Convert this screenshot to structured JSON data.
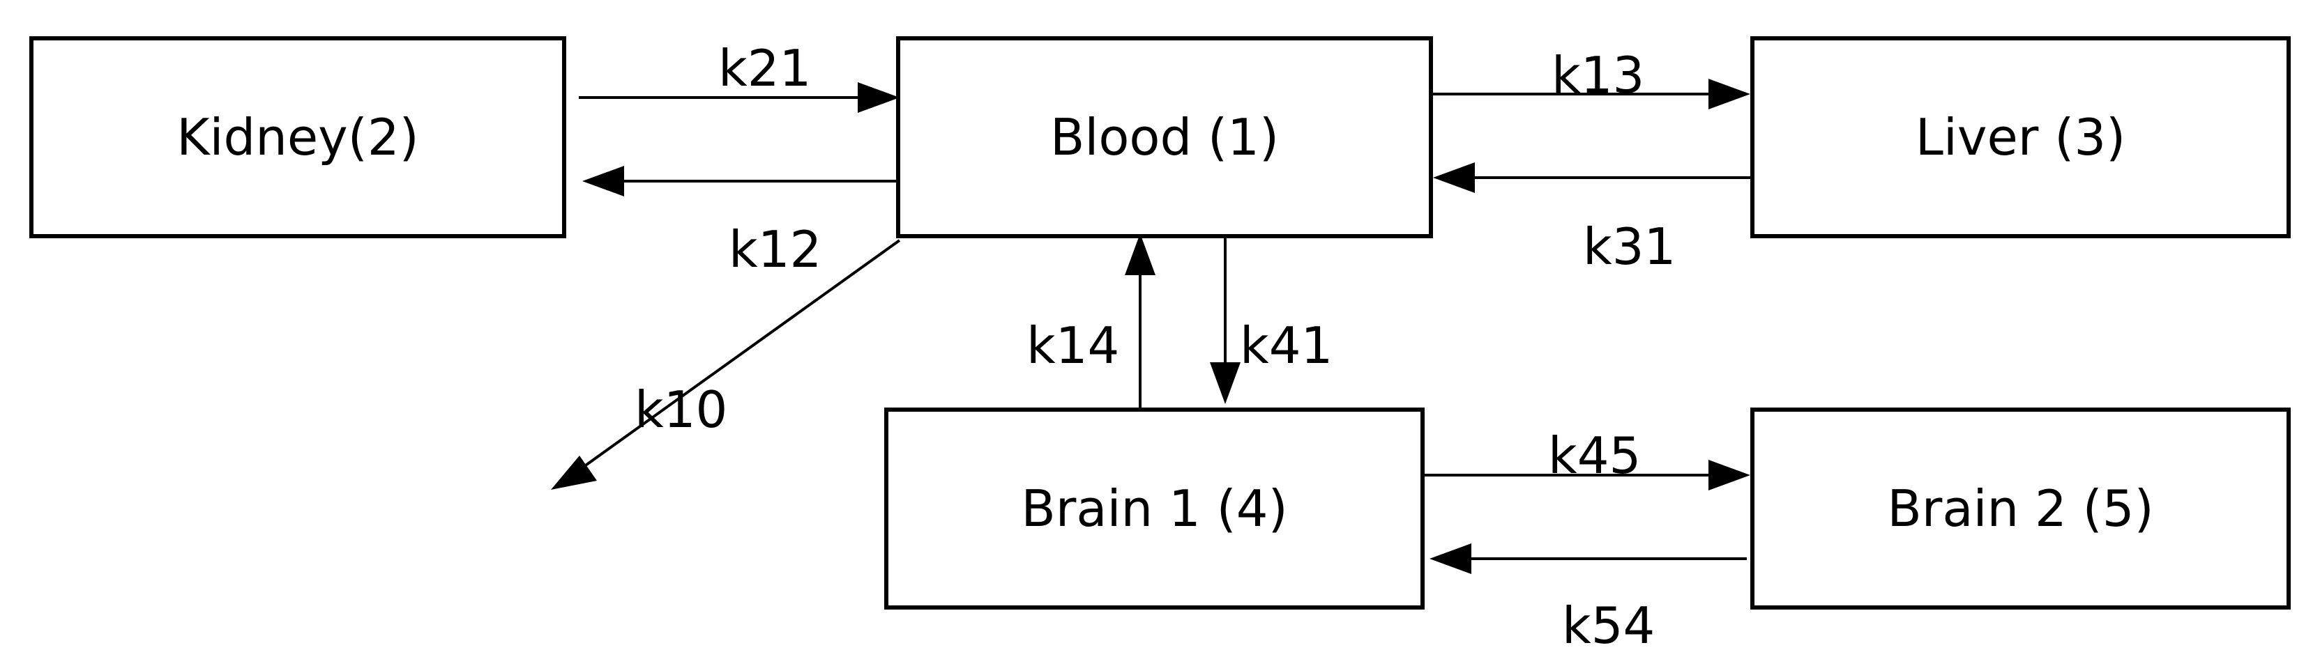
{
  "compartments": {
    "kidney": "Kidney(2)",
    "blood": "Blood (1)",
    "liver": "Liver (3)",
    "brain1": "Brain 1 (4)",
    "brain2": "Brain 2 (5)"
  },
  "rates": {
    "k21": "k21",
    "k12": "k12",
    "k13": "k13",
    "k31": "k31",
    "k14": "k14",
    "k41": "k41",
    "k10": "k10",
    "k45": "k45",
    "k54": "k54"
  }
}
